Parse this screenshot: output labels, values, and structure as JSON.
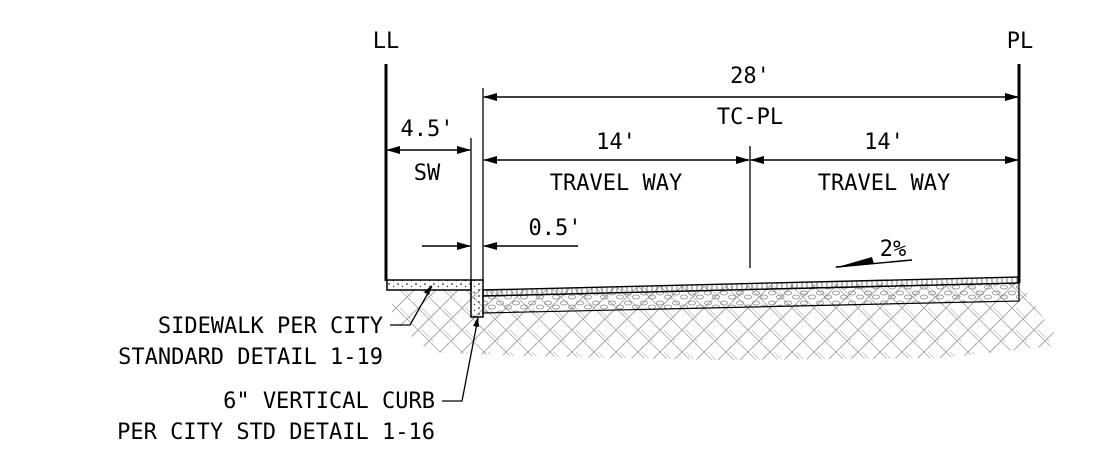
{
  "labels": {
    "left_line": "LL",
    "right_line": "PL",
    "total_width": "28'",
    "total_caption": "TC-PL",
    "sidewalk_width": "4.5'",
    "sidewalk_caption": "SW",
    "lane_left_width": "14'",
    "lane_left_caption": "TRAVEL WAY",
    "lane_right_width": "14'",
    "lane_right_caption": "TRAVEL WAY",
    "curb_offset": "0.5'",
    "cross_slope": "2%"
  },
  "callouts": {
    "sidewalk_line1": "SIDEWALK PER CITY",
    "sidewalk_line2": "STANDARD DETAIL 1-19",
    "curb_line1": "6\" VERTICAL CURB",
    "curb_line2": "PER CITY STD DETAIL 1-16"
  },
  "colors": {
    "ink": "#000000",
    "hatch": "#a8a8a8",
    "background": "#ffffff"
  }
}
